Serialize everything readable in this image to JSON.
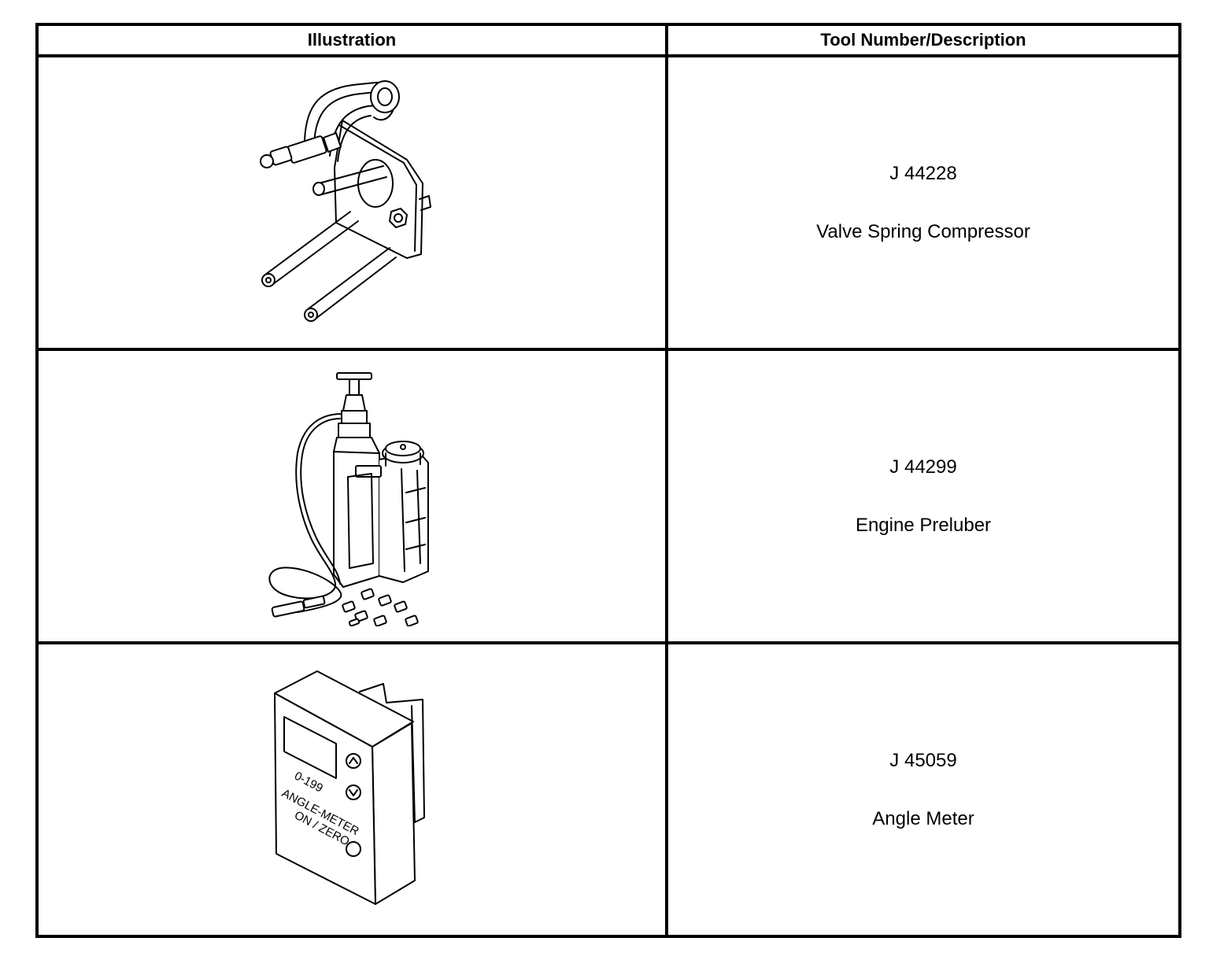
{
  "table": {
    "headers": [
      "Illustration",
      "Tool Number/Description"
    ],
    "rows": [
      {
        "illustration": "valve-spring-compressor-illustration",
        "number": "J 44228",
        "description": "Valve Spring Compressor"
      },
      {
        "illustration": "engine-preluber-illustration",
        "number": "J 44299",
        "description": "Engine Preluber"
      },
      {
        "illustration": "angle-meter-illustration",
        "number": "J 45059",
        "description": "Angle Meter",
        "device_labels": {
          "range": "0-199",
          "name": "ANGLE-METER",
          "button": "ON / ZERO"
        }
      }
    ]
  }
}
